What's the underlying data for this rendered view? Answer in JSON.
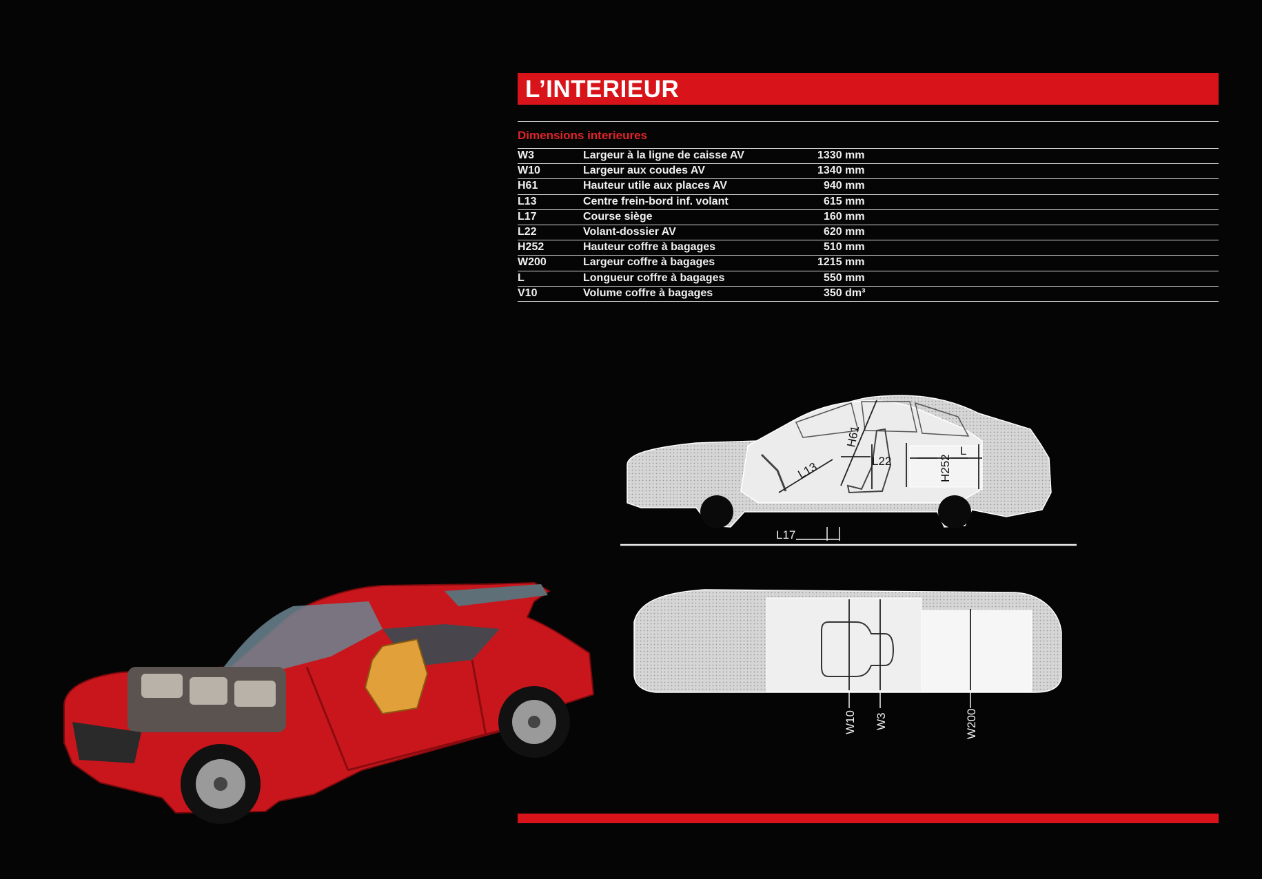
{
  "header": {
    "title": "L’INTERIEUR"
  },
  "section": {
    "subtitle": "Dimensions interieures"
  },
  "dimensions": [
    {
      "code": "W3",
      "label": "Largeur à la ligne de caisse AV",
      "value": "1330 mm"
    },
    {
      "code": "W10",
      "label": "Largeur aux coudes AV",
      "value": "1340 mm"
    },
    {
      "code": "H61",
      "label": "Hauteur utile aux places AV",
      "value": "940 mm"
    },
    {
      "code": "L13",
      "label": "Centre frein-bord inf. volant",
      "value": "615 mm"
    },
    {
      "code": "L17",
      "label": "Course siège",
      "value": "160 mm"
    },
    {
      "code": "L22",
      "label": "Volant-dossier AV",
      "value": "620 mm"
    },
    {
      "code": "H252",
      "label": "Hauteur coffre à bagages",
      "value": "510 mm"
    },
    {
      "code": "W200",
      "label": "Largeur coffre à bagages",
      "value": "1215 mm"
    },
    {
      "code": "L",
      "label": "Longueur coffre à bagages",
      "value": "550 mm"
    },
    {
      "code": "V10",
      "label": "Volume coffre à bagages",
      "value": "350 dm³"
    }
  ],
  "diagram_side": {
    "labels": [
      "L13",
      "H61",
      "L22",
      "H252",
      "L",
      "L17"
    ]
  },
  "diagram_top": {
    "labels": [
      "W10",
      "W3",
      "W200"
    ]
  },
  "colors": {
    "accent": "#d8141a",
    "background": "#060505",
    "diagram_fill": "#d6d6d6",
    "car_body": "#c8161c"
  }
}
